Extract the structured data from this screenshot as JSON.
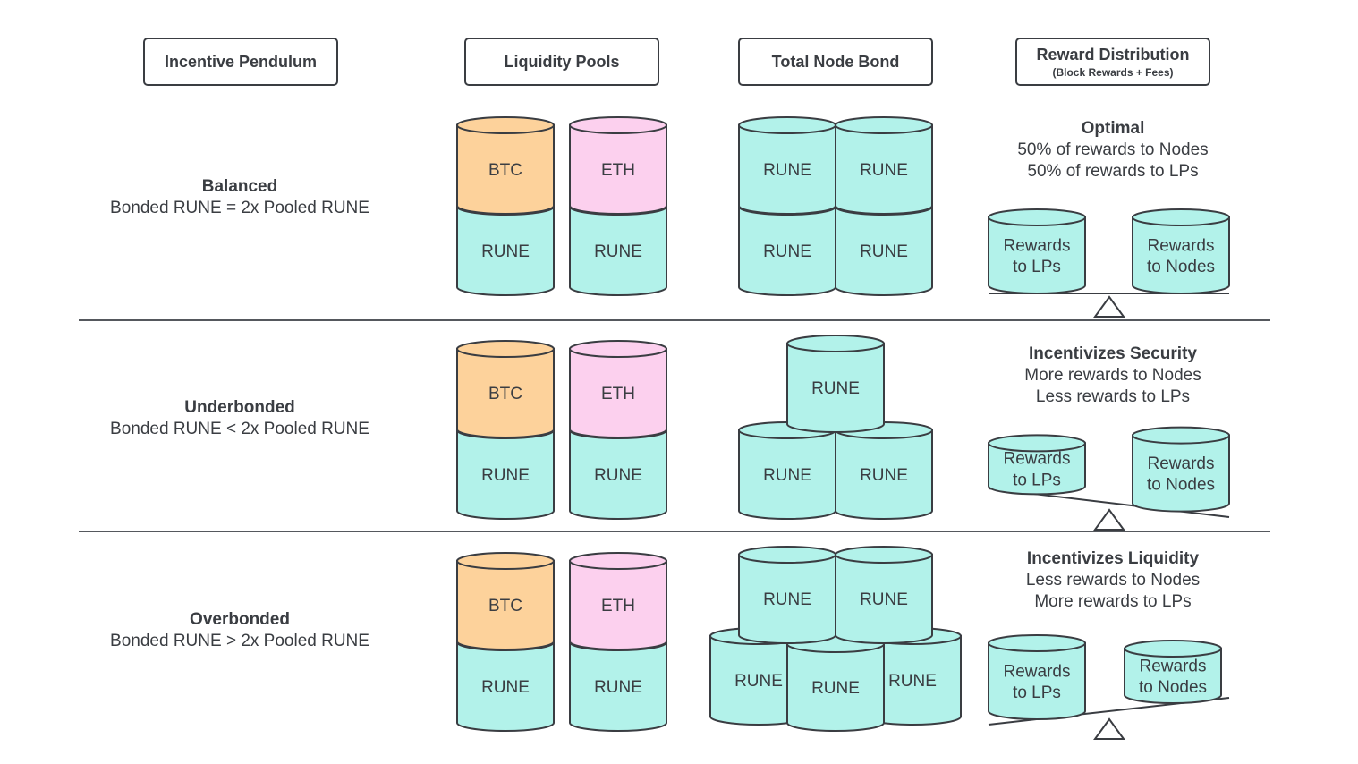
{
  "headers": {
    "pendulum": "Incentive Pendulum",
    "pools": "Liquidity Pools",
    "bond": "Total Node Bond",
    "distribution": "Reward Distribution",
    "distribution_sub": "(Block Rewards + Fees)"
  },
  "colors": {
    "rune": "#b2f2ea",
    "btc": "#fdd29b",
    "eth": "#fcd0ee",
    "stroke": "#3a3d42"
  },
  "rows": [
    {
      "state": "Balanced",
      "relation": "Bonded RUNE = 2x Pooled RUNE",
      "pools": [
        {
          "top": "BTC",
          "bottom": "RUNE"
        },
        {
          "top": "ETH",
          "bottom": "RUNE"
        }
      ],
      "bond_units": [
        "RUNE",
        "RUNE",
        "RUNE",
        "RUNE"
      ],
      "distribution": {
        "title": "Optimal",
        "line1": "50% of rewards to Nodes",
        "line2": "50% of rewards to LPs",
        "lp_label": [
          "Rewards",
          "to LPs"
        ],
        "node_label": [
          "Rewards",
          "to Nodes"
        ],
        "tilt": "level"
      }
    },
    {
      "state": "Underbonded",
      "relation": "Bonded RUNE < 2x Pooled RUNE",
      "pools": [
        {
          "top": "BTC",
          "bottom": "RUNE"
        },
        {
          "top": "ETH",
          "bottom": "RUNE"
        }
      ],
      "bond_units": [
        "RUNE",
        "RUNE",
        "RUNE"
      ],
      "distribution": {
        "title": "Incentivizes Security",
        "line1": "More rewards to Nodes",
        "line2": "Less rewards to LPs",
        "lp_label": [
          "Rewards",
          "to LPs"
        ],
        "node_label": [
          "Rewards",
          "to Nodes"
        ],
        "tilt": "nodes-heavy"
      }
    },
    {
      "state": "Overbonded",
      "relation": "Bonded RUNE > 2x Pooled RUNE",
      "pools": [
        {
          "top": "BTC",
          "bottom": "RUNE"
        },
        {
          "top": "ETH",
          "bottom": "RUNE"
        }
      ],
      "bond_units": [
        "RUNE",
        "RUNE",
        "RUNE",
        "RUNE",
        "RUNE"
      ],
      "distribution": {
        "title": "Incentivizes Liquidity",
        "line1": "Less rewards to Nodes",
        "line2": "More rewards to LPs",
        "lp_label": [
          "Rewards",
          "to LPs"
        ],
        "node_label": [
          "Rewards",
          "to Nodes"
        ],
        "tilt": "lps-heavy"
      }
    }
  ]
}
